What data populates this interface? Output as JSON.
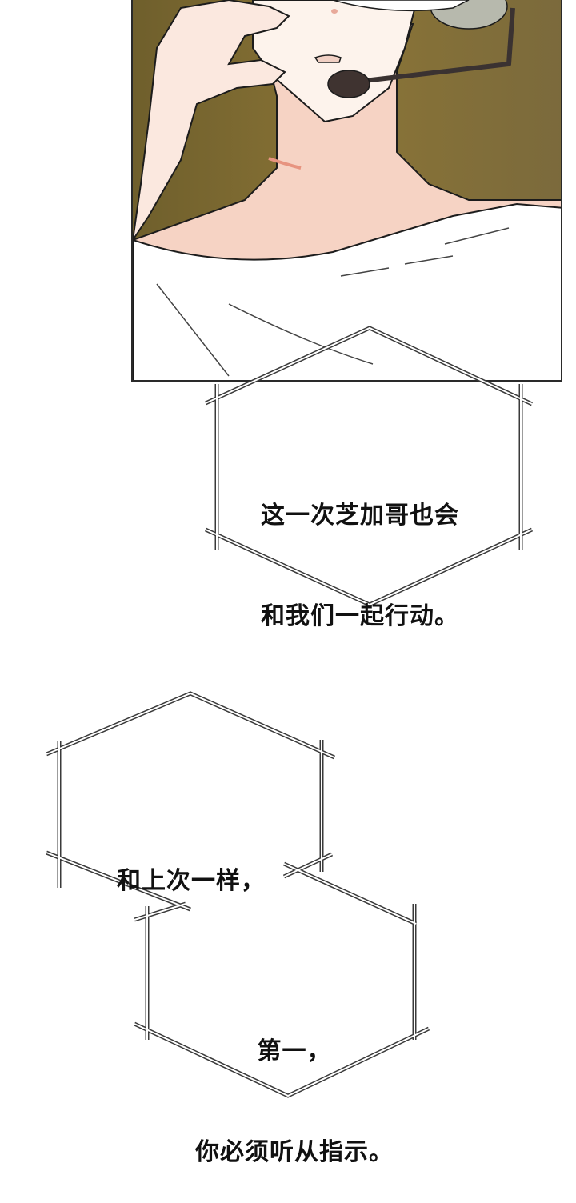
{
  "page": {
    "type": "webtoon-page",
    "background": "#ffffff"
  },
  "panel": {
    "description": "Close-up of character's lower face and neck wearing headset microphone, hand raised to ear, white garment at shoulders",
    "background_color": "#7c6a35",
    "skin_color": "#fbe4d8",
    "border_color": "#2a2a2a"
  },
  "bubbles": [
    {
      "id": "bubble-1",
      "shape": "hexagon",
      "lines": [
        "这一次芝加哥也会",
        "和我们一起行动。"
      ]
    },
    {
      "id": "bubble-2",
      "shape": "hexagon",
      "lines": [
        "和上次一样，"
      ]
    },
    {
      "id": "bubble-3",
      "shape": "hexagon",
      "lines": [
        "第一，",
        "你必须听从指示。"
      ]
    }
  ]
}
